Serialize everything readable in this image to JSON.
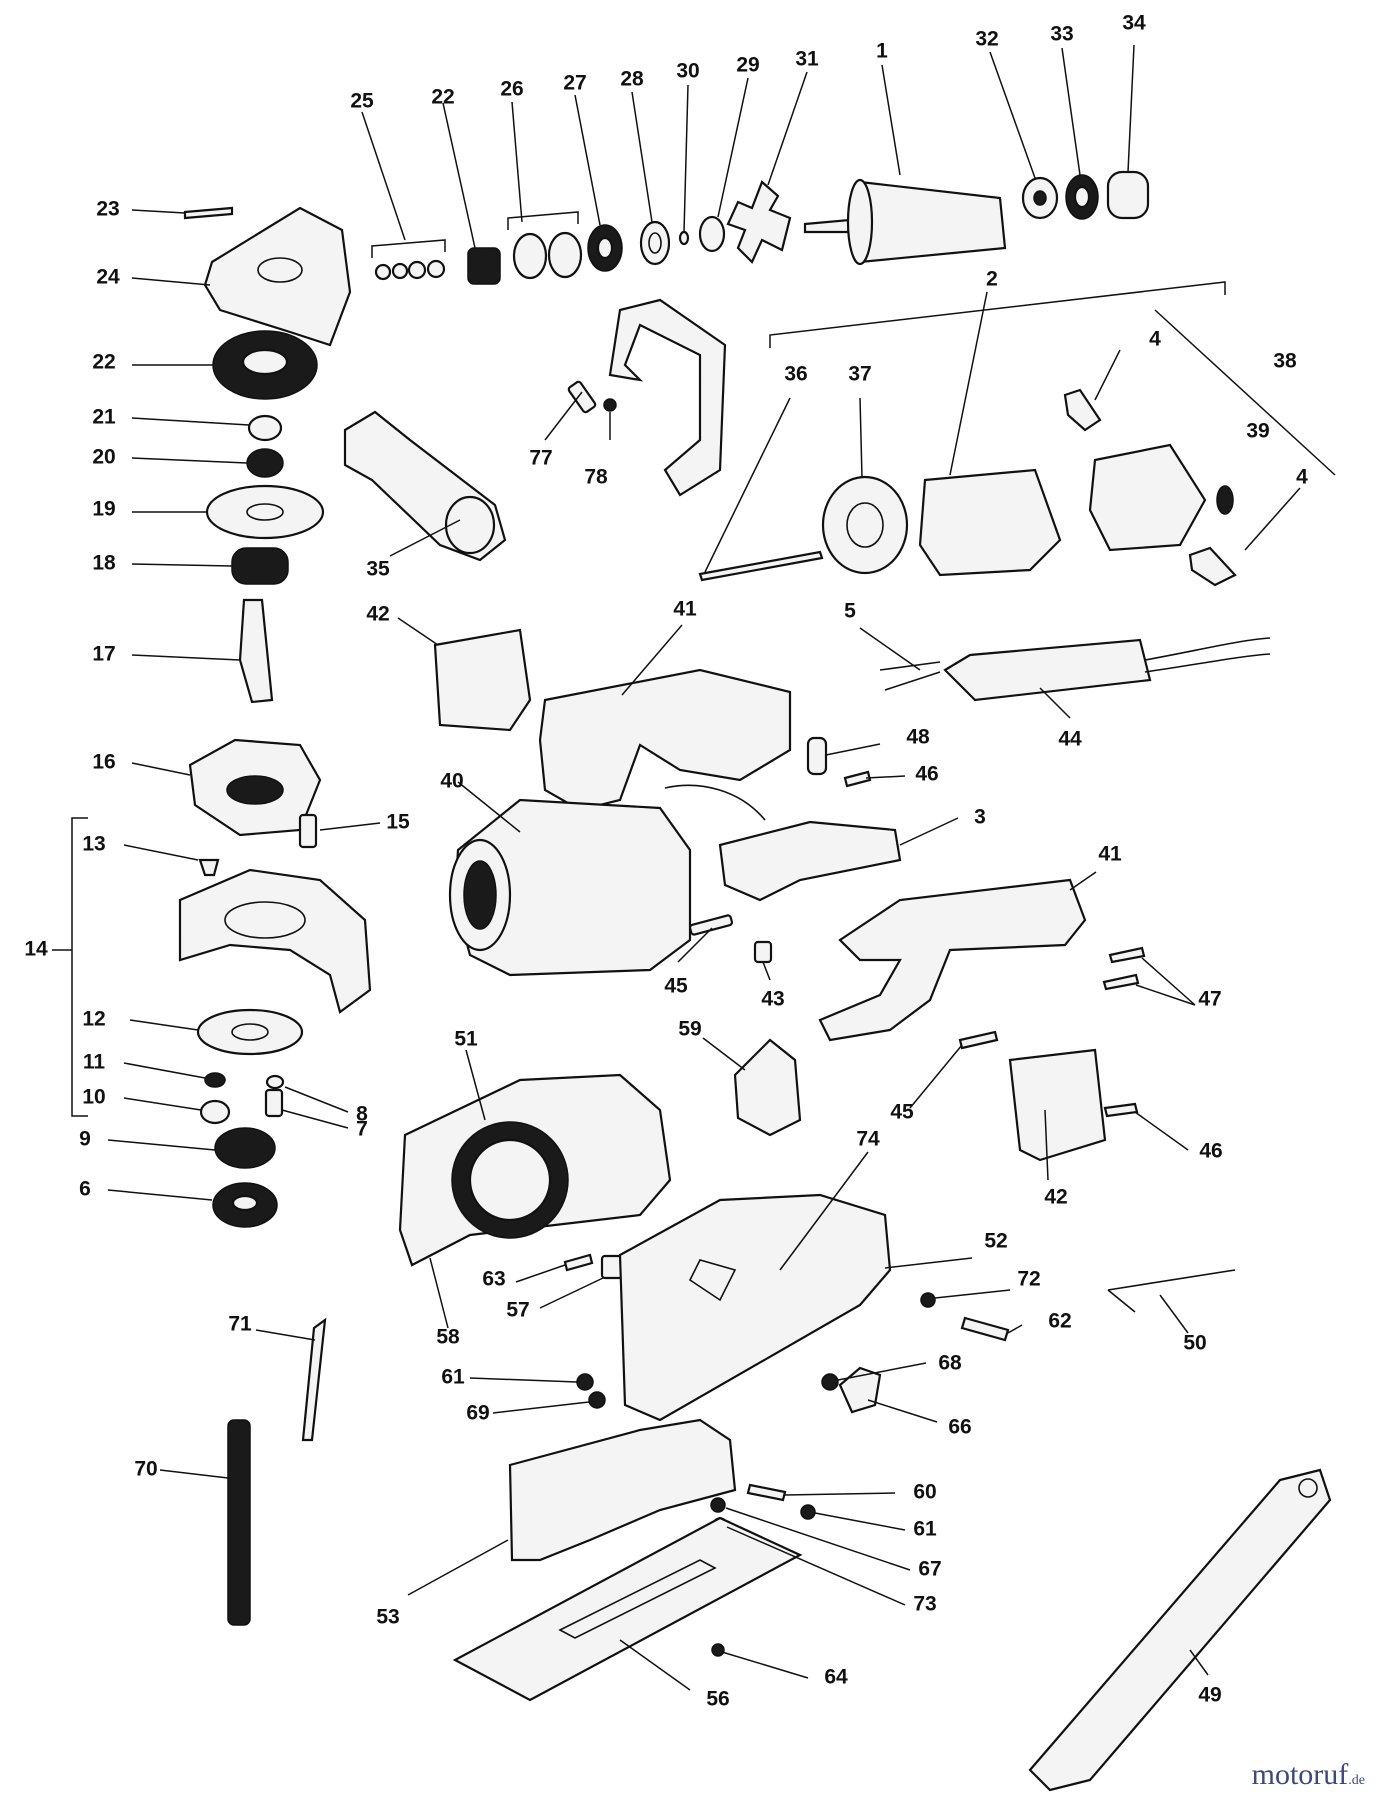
{
  "diagram": {
    "callouts": [
      "1",
      "2",
      "3",
      "4",
      "5",
      "6",
      "7",
      "8",
      "9",
      "10",
      "11",
      "12",
      "13",
      "14",
      "15",
      "16",
      "17",
      "18",
      "19",
      "20",
      "21",
      "22",
      "23",
      "24",
      "25",
      "26",
      "27",
      "28",
      "29",
      "30",
      "31",
      "32",
      "33",
      "34",
      "35",
      "36",
      "37",
      "38",
      "39",
      "40",
      "41",
      "42",
      "43",
      "44",
      "45",
      "46",
      "47",
      "48",
      "49",
      "50",
      "51",
      "52",
      "53",
      "56",
      "57",
      "58",
      "59",
      "60",
      "61",
      "62",
      "63",
      "64",
      "66",
      "67",
      "68",
      "69",
      "70",
      "71",
      "72",
      "73",
      "74",
      "77",
      "78"
    ]
  },
  "watermark": {
    "brand": "motoruf",
    "tld": ".de"
  }
}
